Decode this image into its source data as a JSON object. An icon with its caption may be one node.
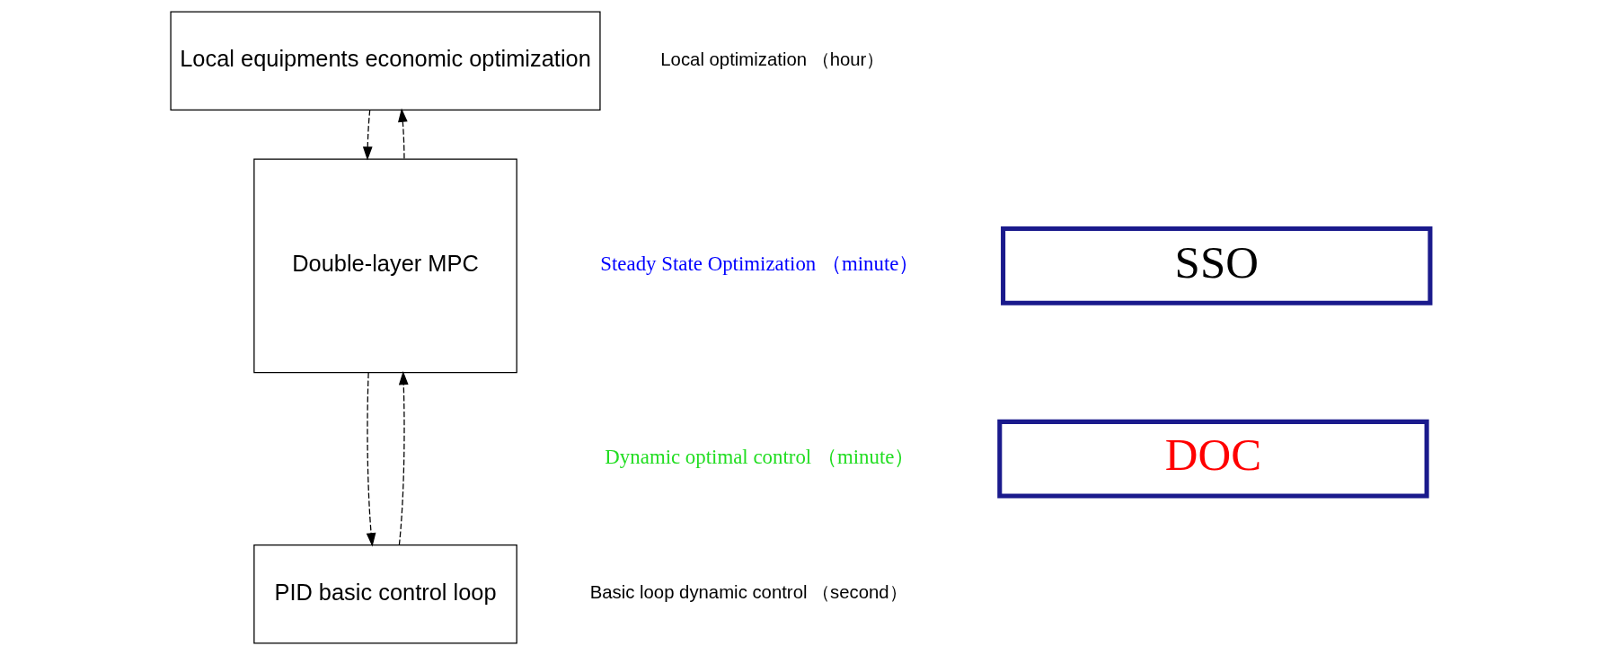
{
  "diagram": {
    "nodes": [
      {
        "text": [
          "Local equipments economic optimization"
        ]
      },
      {
        "text": [
          "Double-layer MPC"
        ]
      },
      {
        "text": [
          "PID basic control loop"
        ]
      },
      {
        "text": [
          "SSO"
        ]
      },
      {
        "text": [
          "DOC"
        ]
      }
    ],
    "edges": [
      {
        "from": 0,
        "to": 1,
        "arrow": "to",
        "style": "dashed"
      },
      {
        "from": 1,
        "to": 0,
        "arrow": "to",
        "style": "dashed"
      },
      {
        "from": 1,
        "to": 2,
        "arrow": "to",
        "style": "dashed"
      },
      {
        "from": 2,
        "to": 1,
        "arrow": "to",
        "style": "dashed"
      }
    ],
    "labels": [
      "Local optimization （hour）",
      "Steady State Optimization （minute）",
      "Dynamic optimal control （minute）",
      "Basic loop dynamic control （second）"
    ]
  }
}
